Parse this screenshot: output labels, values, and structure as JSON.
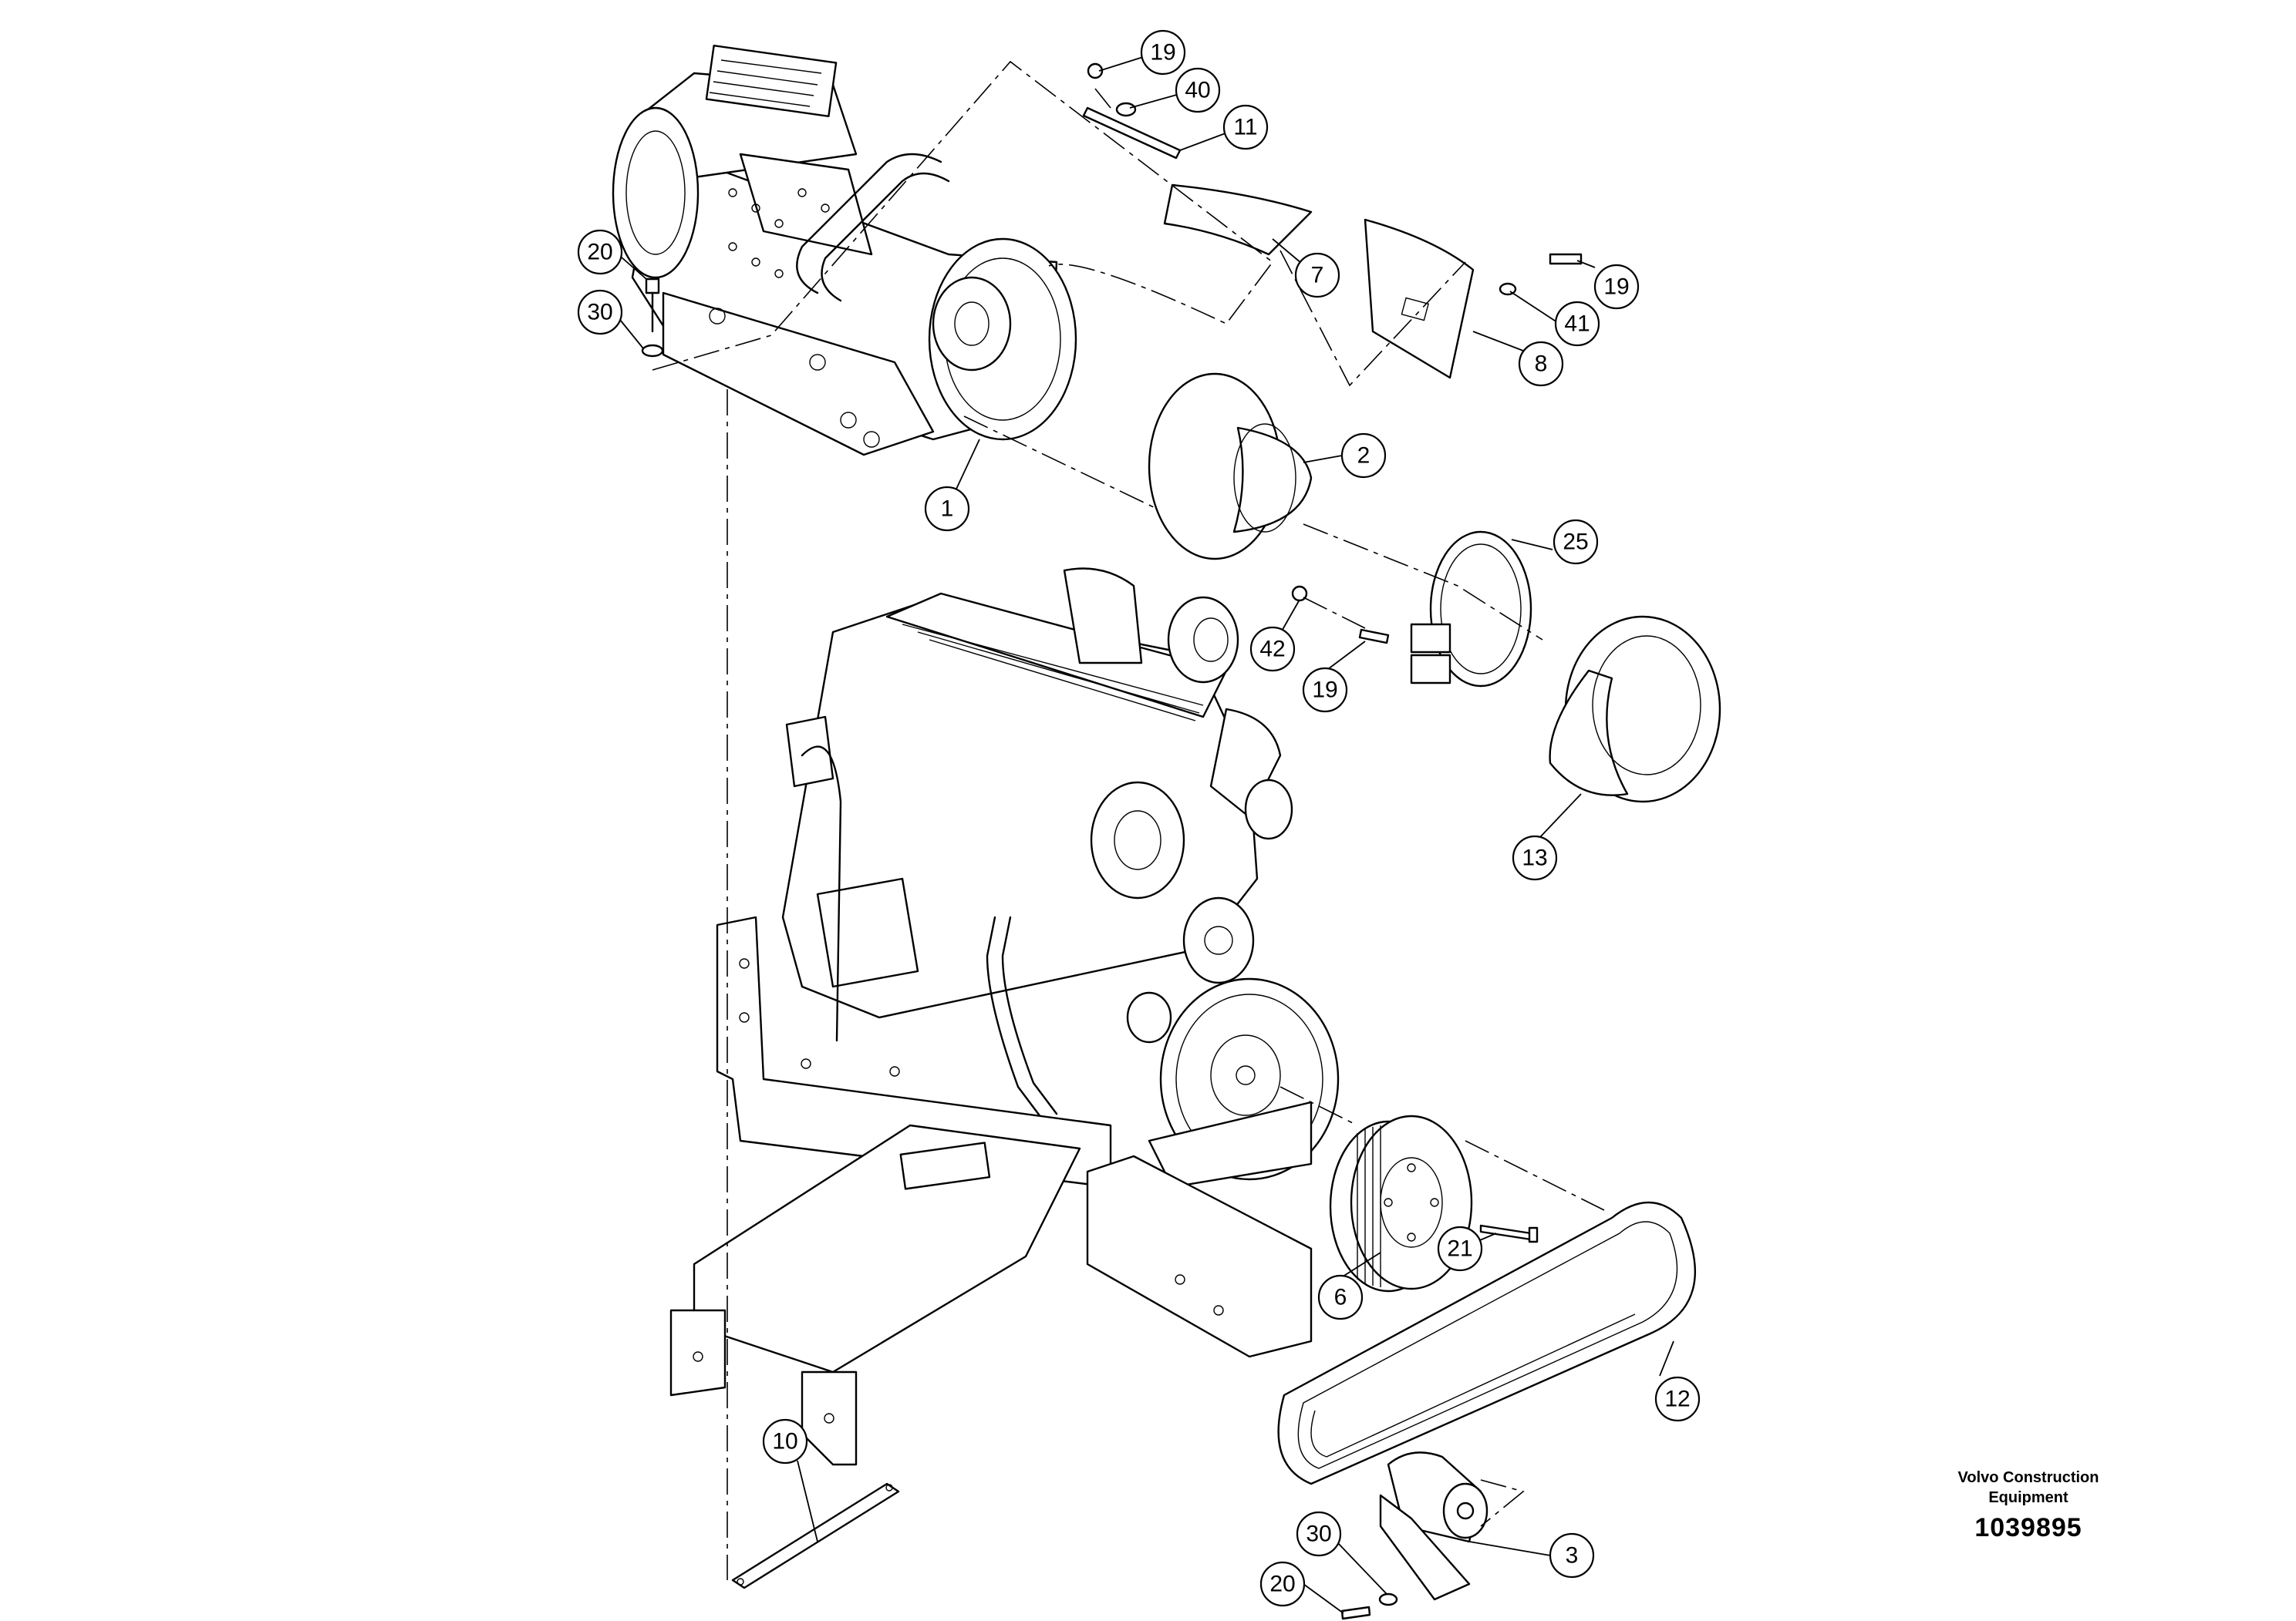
{
  "callouts": [
    {
      "id": "c1",
      "label": "1"
    },
    {
      "id": "c2",
      "label": "2"
    },
    {
      "id": "c3",
      "label": "3"
    },
    {
      "id": "c6",
      "label": "6"
    },
    {
      "id": "c7",
      "label": "7"
    },
    {
      "id": "c8",
      "label": "8"
    },
    {
      "id": "c10",
      "label": "10"
    },
    {
      "id": "c11",
      "label": "11"
    },
    {
      "id": "c12",
      "label": "12"
    },
    {
      "id": "c13",
      "label": "13"
    },
    {
      "id": "c19a",
      "label": "19"
    },
    {
      "id": "c19b",
      "label": "19"
    },
    {
      "id": "c19c",
      "label": "19"
    },
    {
      "id": "c20a",
      "label": "20"
    },
    {
      "id": "c20b",
      "label": "20"
    },
    {
      "id": "c21",
      "label": "21"
    },
    {
      "id": "c25",
      "label": "25"
    },
    {
      "id": "c30a",
      "label": "30"
    },
    {
      "id": "c30b",
      "label": "30"
    },
    {
      "id": "c40",
      "label": "40"
    },
    {
      "id": "c41",
      "label": "41"
    },
    {
      "id": "c42",
      "label": "42"
    }
  ],
  "caption": {
    "brand_line1": "Volvo Construction",
    "brand_line2": "Equipment",
    "document_number": "1039895"
  }
}
